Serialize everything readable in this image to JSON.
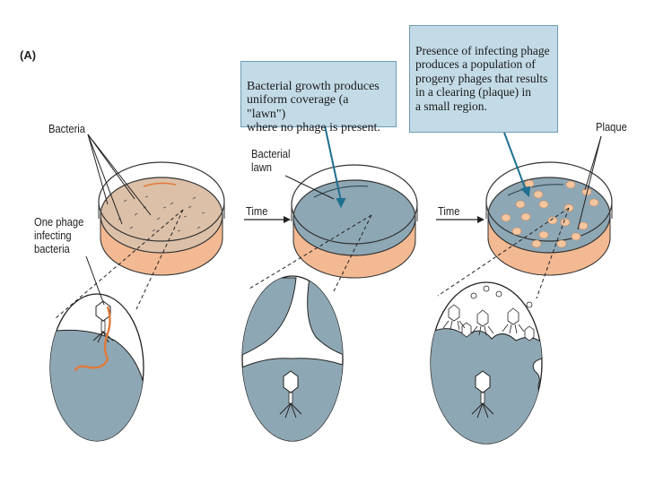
{
  "panel_letter": "(A)",
  "labels": {
    "bacteria": "Bacteria",
    "one_phage": "One phage\ninfecting\nbacteria",
    "bacterial_lawn": "Bacterial\nlawn",
    "time_1": "Time",
    "time_2": "Time",
    "plaque": "Plaque"
  },
  "callouts": {
    "lawn_text": "Bacterial growth produces\nuniform coverage (a \"lawn\")\nwhere no phage is present.",
    "plaque_text": "Presence of infecting phage\nproduces a population of\nprogeny phages that results\nin a clearing (plaque) in\na small region."
  },
  "colors": {
    "callout_fill": "#c3dbe6",
    "callout_border": "#6f9bb5",
    "lawn": "#8ea7b4",
    "agar": "#f2b992",
    "bacteria_plate": "#dcc0a8",
    "plaque_spot": "#f4c6a0",
    "phage_dna": "#e07a3a",
    "pointer": "#1f6f8f"
  }
}
